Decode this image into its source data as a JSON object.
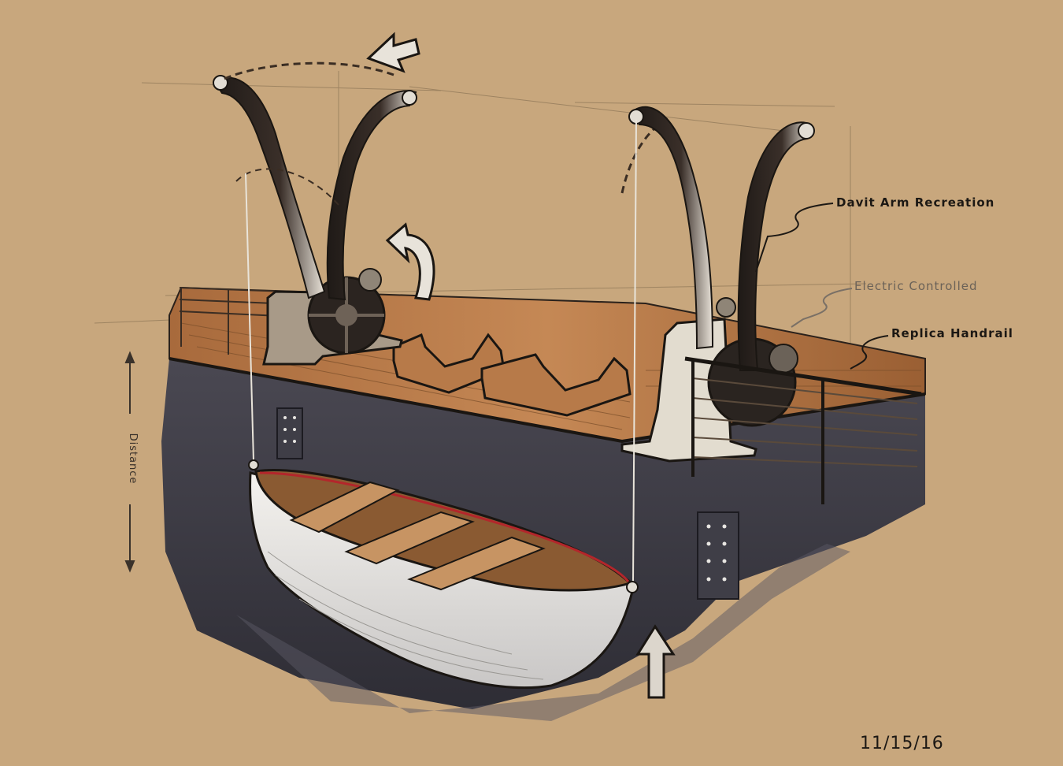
{
  "annotations": {
    "davit_arm": "Davit Arm Recreation",
    "electric": "Electric Controlled",
    "handrail": "Replica Handrail"
  },
  "distance_label": "Distance",
  "date": "11/15/16"
}
